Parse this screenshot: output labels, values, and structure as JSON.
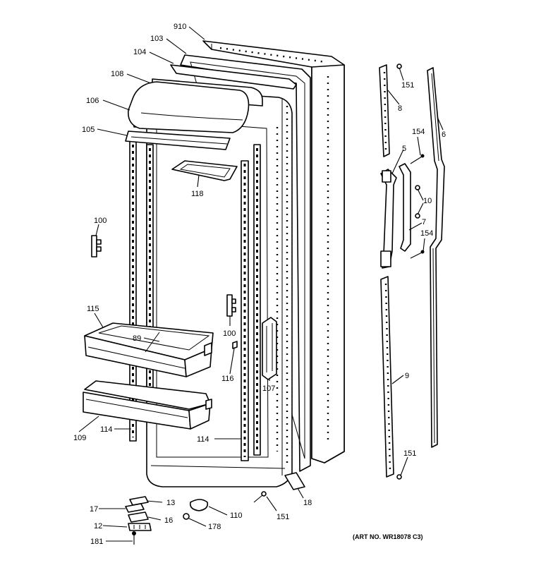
{
  "art_number": "(ART NO. WR18078 C3)",
  "labels": {
    "p910": "910",
    "p103": "103",
    "p104": "104",
    "p108": "108",
    "p106": "106",
    "p105": "105",
    "p118": "118",
    "p100a": "100",
    "p115": "115",
    "p89": "89",
    "p100b": "100",
    "p116": "116",
    "p107": "107",
    "p109": "109",
    "p114a": "114",
    "p114b": "114",
    "p18": "18",
    "p151a": "151",
    "p151b": "151",
    "p151c": "151",
    "p8": "8",
    "p6": "6",
    "p154a": "154",
    "p154b": "154",
    "p5": "5",
    "p10": "10",
    "p7": "7",
    "p9": "9",
    "p13": "13",
    "p17": "17",
    "p16": "16",
    "p12": "12",
    "p181": "181",
    "p110": "110",
    "p178": "178"
  }
}
